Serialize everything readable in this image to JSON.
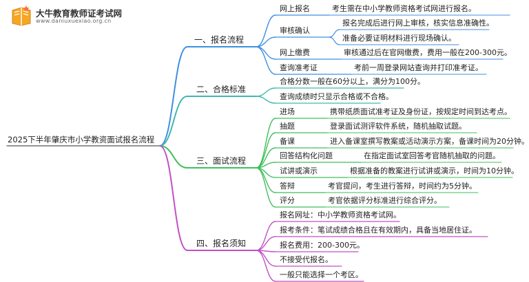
{
  "brand": {
    "name": "大牛教育教师证考试网",
    "url": "www.daniuxuexiao.org.cn"
  },
  "root": "2025下半年肇庆市小学教资面试报名流程",
  "colors": {
    "branch1": "#3d8fe0",
    "branch2": "#3fb7b0",
    "branch3": "#3fbf5a",
    "branch4": "#c24fc6"
  },
  "branches": [
    {
      "label": "一、报名流程",
      "items": [
        {
          "title": "网上报名",
          "desc": "考生需在中小学教师资格考试网进行报名。"
        },
        {
          "title": "审核确认",
          "desc": "报名完成后进行网上审核，核实信息准确性。",
          "desc2": "准备必要证明材料进行现场确认。"
        },
        {
          "title": "网上缴费",
          "desc": "审核通过后在官网缴费，费用一般在200-300元。"
        },
        {
          "title": "查询准考证",
          "desc": "考前一周登录网站查询并打印准考证。"
        }
      ]
    },
    {
      "label": "二、合格标准",
      "items": [
        {
          "title": "合格分数一般在60分以上，满分为100分。"
        },
        {
          "title": "查询成绩时只显示合格或不合格。"
        }
      ]
    },
    {
      "label": "三、面试流程",
      "items": [
        {
          "title": "进场",
          "desc": "携带纸质面试准考证及身份证，按规定时间到达考点。"
        },
        {
          "title": "抽题",
          "desc": "登录面试测评软件系统，随机抽取试题。"
        },
        {
          "title": "备课",
          "desc": "进入备课室撰写教案或活动演示方案，备课时间为20分钟。"
        },
        {
          "title": "回答结构化问题",
          "desc": "在指定面试室回答考官随机抽取的问题。"
        },
        {
          "title": "试讲或演示",
          "desc": "根据准备的教案进行试讲或演示，时间为10分钟。"
        },
        {
          "title": "答辩",
          "desc": "考官提问，考生进行答辩，时间约为5分钟。"
        },
        {
          "title": "评分",
          "desc": "考官依据评分标准进行综合评分。"
        }
      ]
    },
    {
      "label": "四、报名须知",
      "items": [
        {
          "title": "报名网址：中小学教师资格考试网。"
        },
        {
          "title": "报考条件：笔试成绩合格且在有效期内，具备当地居住证。"
        },
        {
          "title": "报名费用：200-300元。"
        },
        {
          "title": "不接受代报名。"
        },
        {
          "title": "一般只能选择一个考区。"
        }
      ]
    }
  ]
}
